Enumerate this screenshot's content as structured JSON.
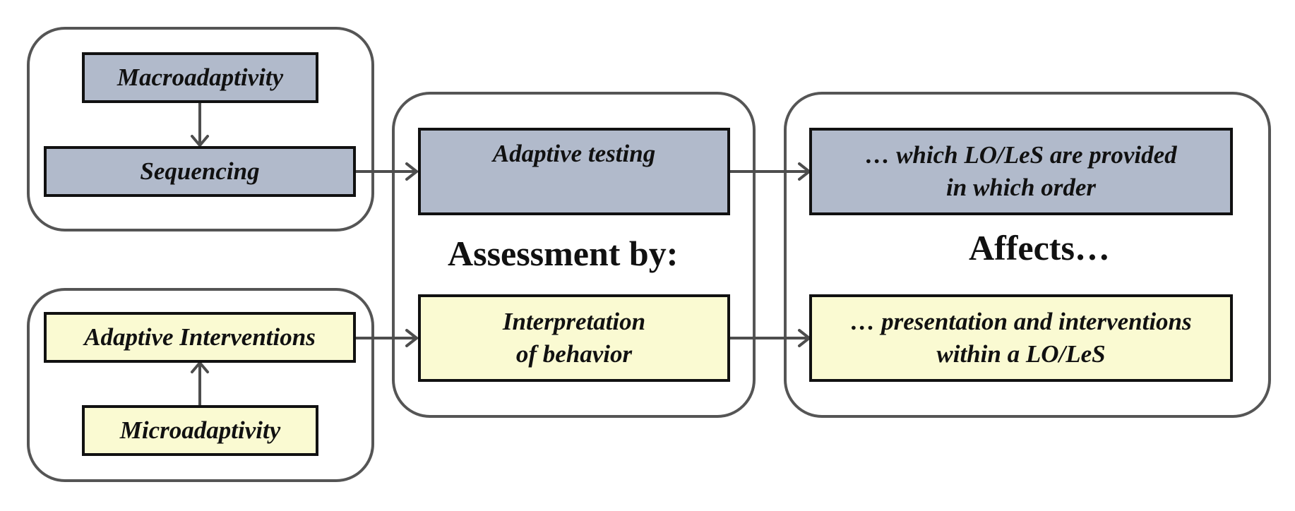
{
  "diagram": {
    "macro_group": {
      "macroadaptivity": "Macroadaptivity",
      "sequencing": "Sequencing"
    },
    "micro_group": {
      "adaptive_interventions": "Adaptive Interventions",
      "microadaptivity": "Microadaptivity"
    },
    "assessment_group": {
      "adaptive_testing": "Adaptive testing",
      "heading": "Assessment by:",
      "interpretation": "Interpretation\nof behavior"
    },
    "affects_group": {
      "which_lo": "… which LO/LeS are provided\nin which order",
      "heading": "Affects…",
      "presentation": "… presentation and interventions\nwithin a LO/LeS"
    },
    "colors": {
      "macro_fill": "#b1bacb",
      "micro_fill": "#fafad2",
      "group_border": "#555555",
      "box_border": "#111111",
      "arrow": "#4d4d4d"
    }
  }
}
